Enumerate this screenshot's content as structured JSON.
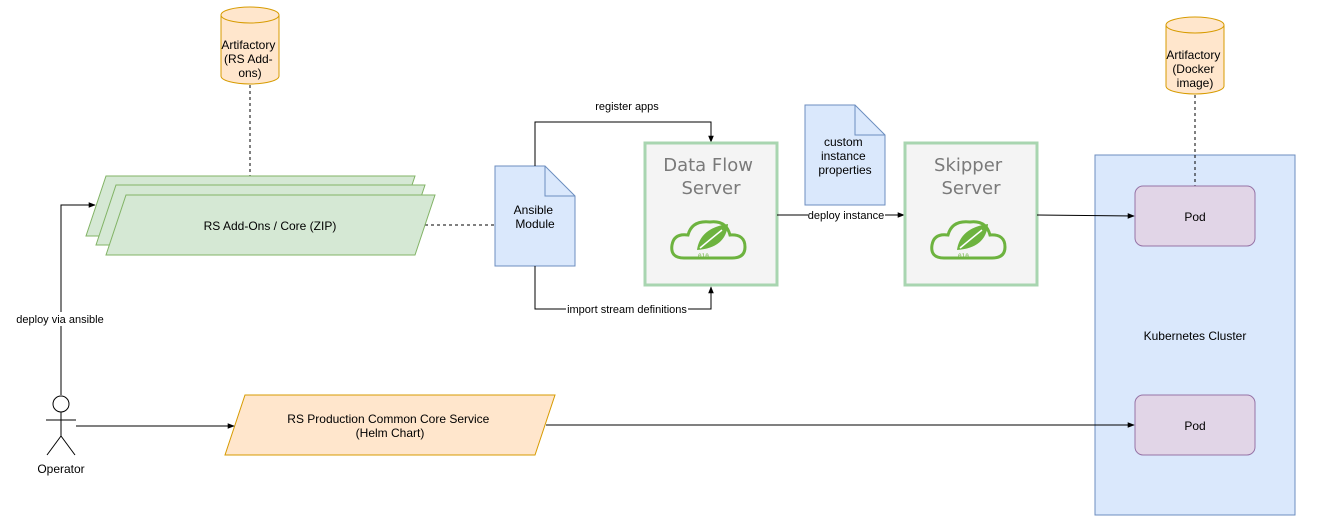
{
  "colors": {
    "green_fill": "#d5e8d4",
    "green_stroke": "#82b366",
    "blue_fill": "#dae8fc",
    "blue_stroke": "#6c8ebf",
    "orange_fill": "#ffe6cc",
    "orange_stroke": "#d79b00",
    "cyl_fill": "#ffe6cc",
    "purple_fill": "#e1d5e7",
    "purple_stroke": "#9673a6",
    "spring_green": "#6db33f",
    "server_border": "#a8d5b0"
  },
  "nodes": {
    "artifactory_addons": [
      "Artifactory",
      "(RS Add-",
      "ons)"
    ],
    "artifactory_docker": [
      "Artifactory",
      "(Docker",
      "image)"
    ],
    "rs_addons": "RS Add-Ons / Core (ZIP)",
    "ansible_module": [
      "Ansible",
      "Module"
    ],
    "data_flow_server": [
      "Data Flow",
      "Server"
    ],
    "custom_props": [
      "custom",
      "instance",
      "properties"
    ],
    "skipper_server": [
      "Skipper",
      "Server"
    ],
    "pod_top": "Pod",
    "pod_bottom": "Pod",
    "kubernetes_cluster": "Kubernetes Cluster",
    "helm_chart": [
      "RS Production Common Core Service",
      "(Helm Chart)"
    ],
    "operator": "Operator"
  },
  "edges": {
    "register_apps": "register apps",
    "deploy_instance": "deploy instance",
    "import_stream": "import stream definitions",
    "deploy_ansible": "deploy via ansible"
  }
}
